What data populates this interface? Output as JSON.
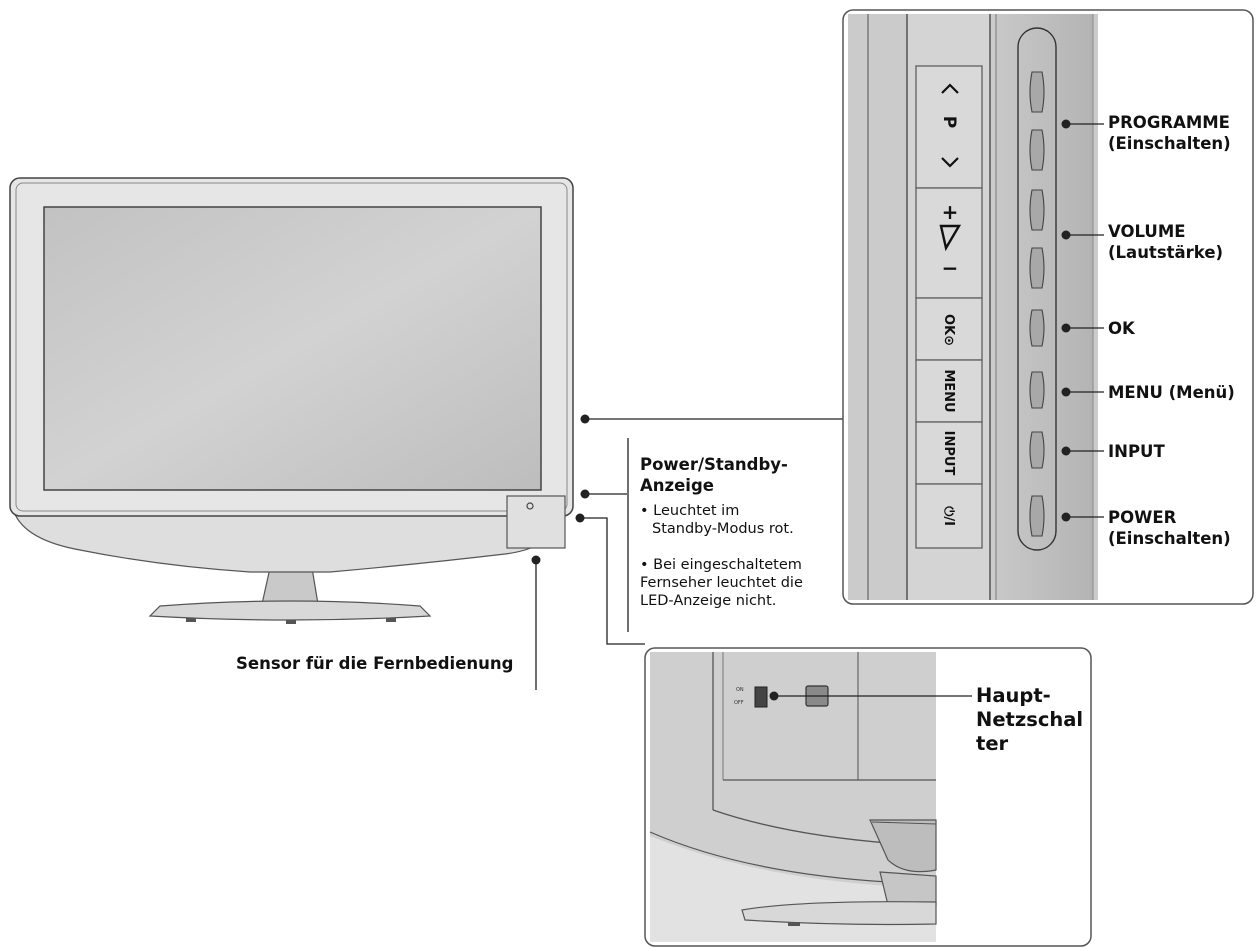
{
  "panel_buttons": [
    {
      "id": "prog-up",
      "glyph": "^"
    },
    {
      "id": "prog",
      "glyph": "P"
    },
    {
      "id": "prog-down",
      "glyph": "v"
    },
    {
      "id": "vol-up",
      "glyph": "+"
    },
    {
      "id": "vol-down",
      "glyph": "−"
    },
    {
      "id": "ok",
      "glyph": "OK⊙"
    },
    {
      "id": "menu",
      "glyph": "MENU"
    },
    {
      "id": "input",
      "glyph": "INPUT"
    },
    {
      "id": "power",
      "glyph": "⏻/I"
    }
  ],
  "labels": {
    "programme": [
      "PROGRAMME",
      "(Einschalten)"
    ],
    "volume": [
      "VOLUME",
      "(Lautstärke)"
    ],
    "ok": "OK",
    "menu": "MENU (Menü)",
    "input": "INPUT",
    "power": [
      "POWER",
      "(Einschalten)"
    ],
    "power_standby": {
      "title": [
        "Power/Standby-",
        "Anzeige"
      ],
      "bullet1": [
        "• Leuchtet im",
        "Standby-Modus rot."
      ],
      "bullet2": [
        "• Bei eingeschaltetem",
        "Fernseher leuchtet die",
        "LED-Anzeige nicht."
      ]
    },
    "sensor": "Sensor für die Fernbedienung",
    "main_switch": [
      "Haupt-",
      "Netzschal",
      "ter"
    ],
    "switch_on": "ON",
    "switch_off": "OFF"
  }
}
